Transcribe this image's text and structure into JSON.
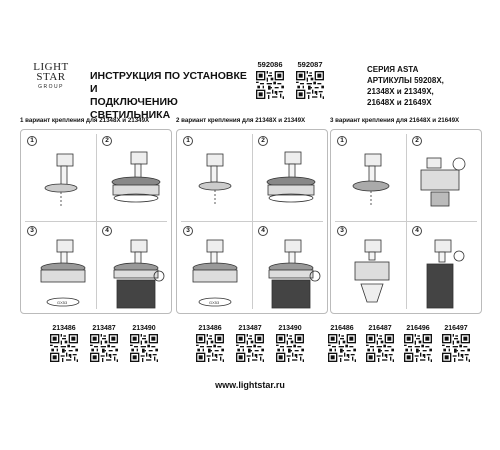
{
  "logo": {
    "line1": "LIGHT",
    "line2": "STAR",
    "line3": "GROUP"
  },
  "title": {
    "line1": "ИНСТРУКЦИЯ ПО УСТАНОВКЕ И",
    "line2": "ПОДКЛЮЧЕНИЮ СВЕТИЛЬНИКА"
  },
  "top_codes": [
    "592086",
    "592087"
  ],
  "series": {
    "line1": "СЕРИЯ ASTA",
    "line2": "АРТИКУЛЫ 59208X,",
    "line3": "21348X и 21349X,",
    "line4": "21648X и 21649X"
  },
  "variants": [
    {
      "label": "1 вариант крепления для 21348X и 21349X"
    },
    {
      "label": "2 вариант крепления для 21348X и 21349X"
    },
    {
      "label": "3 вариант крепления для 21648X и 21649X"
    }
  ],
  "steps": [
    "1",
    "2",
    "3",
    "4"
  ],
  "part_label": "GX53",
  "bottom_codes": [
    "213486",
    "213487",
    "213490",
    "213486",
    "213487",
    "213490",
    "216486",
    "216487",
    "216496",
    "216497"
  ],
  "website": "www.lightstar.ru"
}
